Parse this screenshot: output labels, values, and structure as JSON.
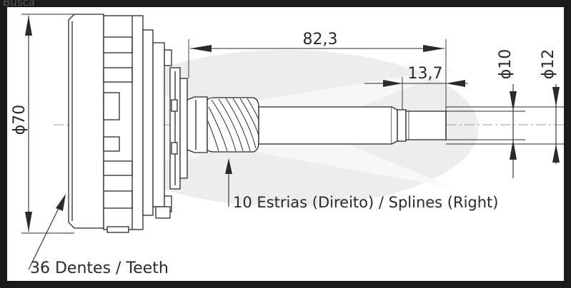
{
  "page_label": "Busca",
  "diagram": {
    "dimensions": {
      "shaft_length": "82,3",
      "spline_length": "13,7",
      "tip_diameter": "ϕ10",
      "shaft_diameter": "ϕ12",
      "body_diameter": "ϕ70"
    },
    "callouts": {
      "splines": "10 Estrias (Direito) / Splines (Right)",
      "teeth": "36 Dentes / Teeth"
    }
  },
  "colors": {
    "background": "#ffffff",
    "frame": "#1b1b1b",
    "line": "#2a2a2a",
    "watermark": "#e6e6e6"
  }
}
